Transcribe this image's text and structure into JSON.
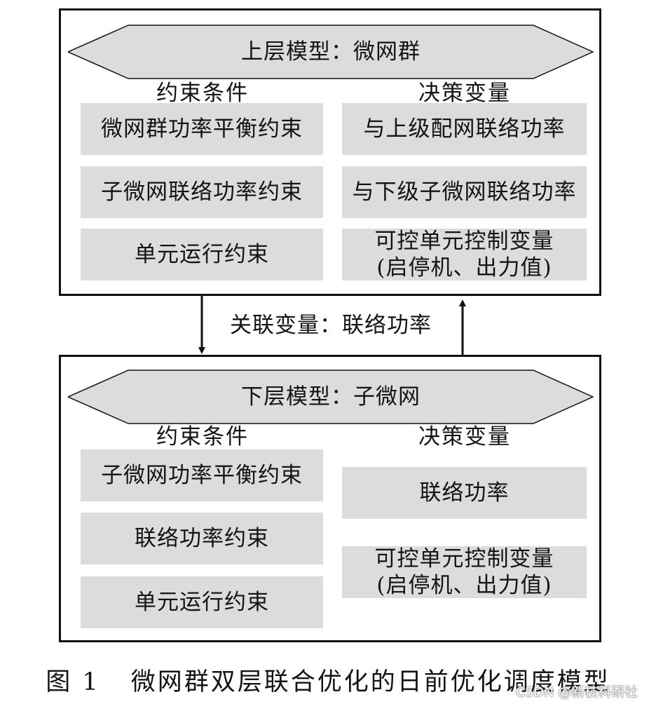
{
  "upper_model": {
    "title": "上层模型：微网群",
    "constraints_heading": "约束条件",
    "decisions_heading": "决策变量",
    "constraints": [
      "微网群功率平衡约束",
      "子微网联络功率约束",
      "单元运行约束"
    ],
    "decisions": [
      [
        "与上级配网联络功率"
      ],
      [
        "与下级子微网联络功率"
      ],
      [
        "可控单元控制变量",
        "(启停机、出力值)"
      ]
    ]
  },
  "link": {
    "label": "关联变量：联络功率"
  },
  "lower_model": {
    "title": "下层模型：子微网",
    "constraints_heading": "约束条件",
    "decisions_heading": "决策变量",
    "constraints": [
      "子微网功率平衡约束",
      "联络功率约束",
      "单元运行约束"
    ],
    "decisions": [
      [
        "联络功率"
      ],
      [
        "可控单元控制变量",
        "(启停机、出力值)"
      ]
    ]
  },
  "caption": {
    "number": "图 1",
    "text": "微网群双层联合优化的日前优化调度模型"
  },
  "watermark": "CSDN @新枝科研社",
  "colors": {
    "border": "#111111",
    "box_fill": "#dcdcdc",
    "banner_fill": "#dcdcdc",
    "text": "#141414"
  }
}
